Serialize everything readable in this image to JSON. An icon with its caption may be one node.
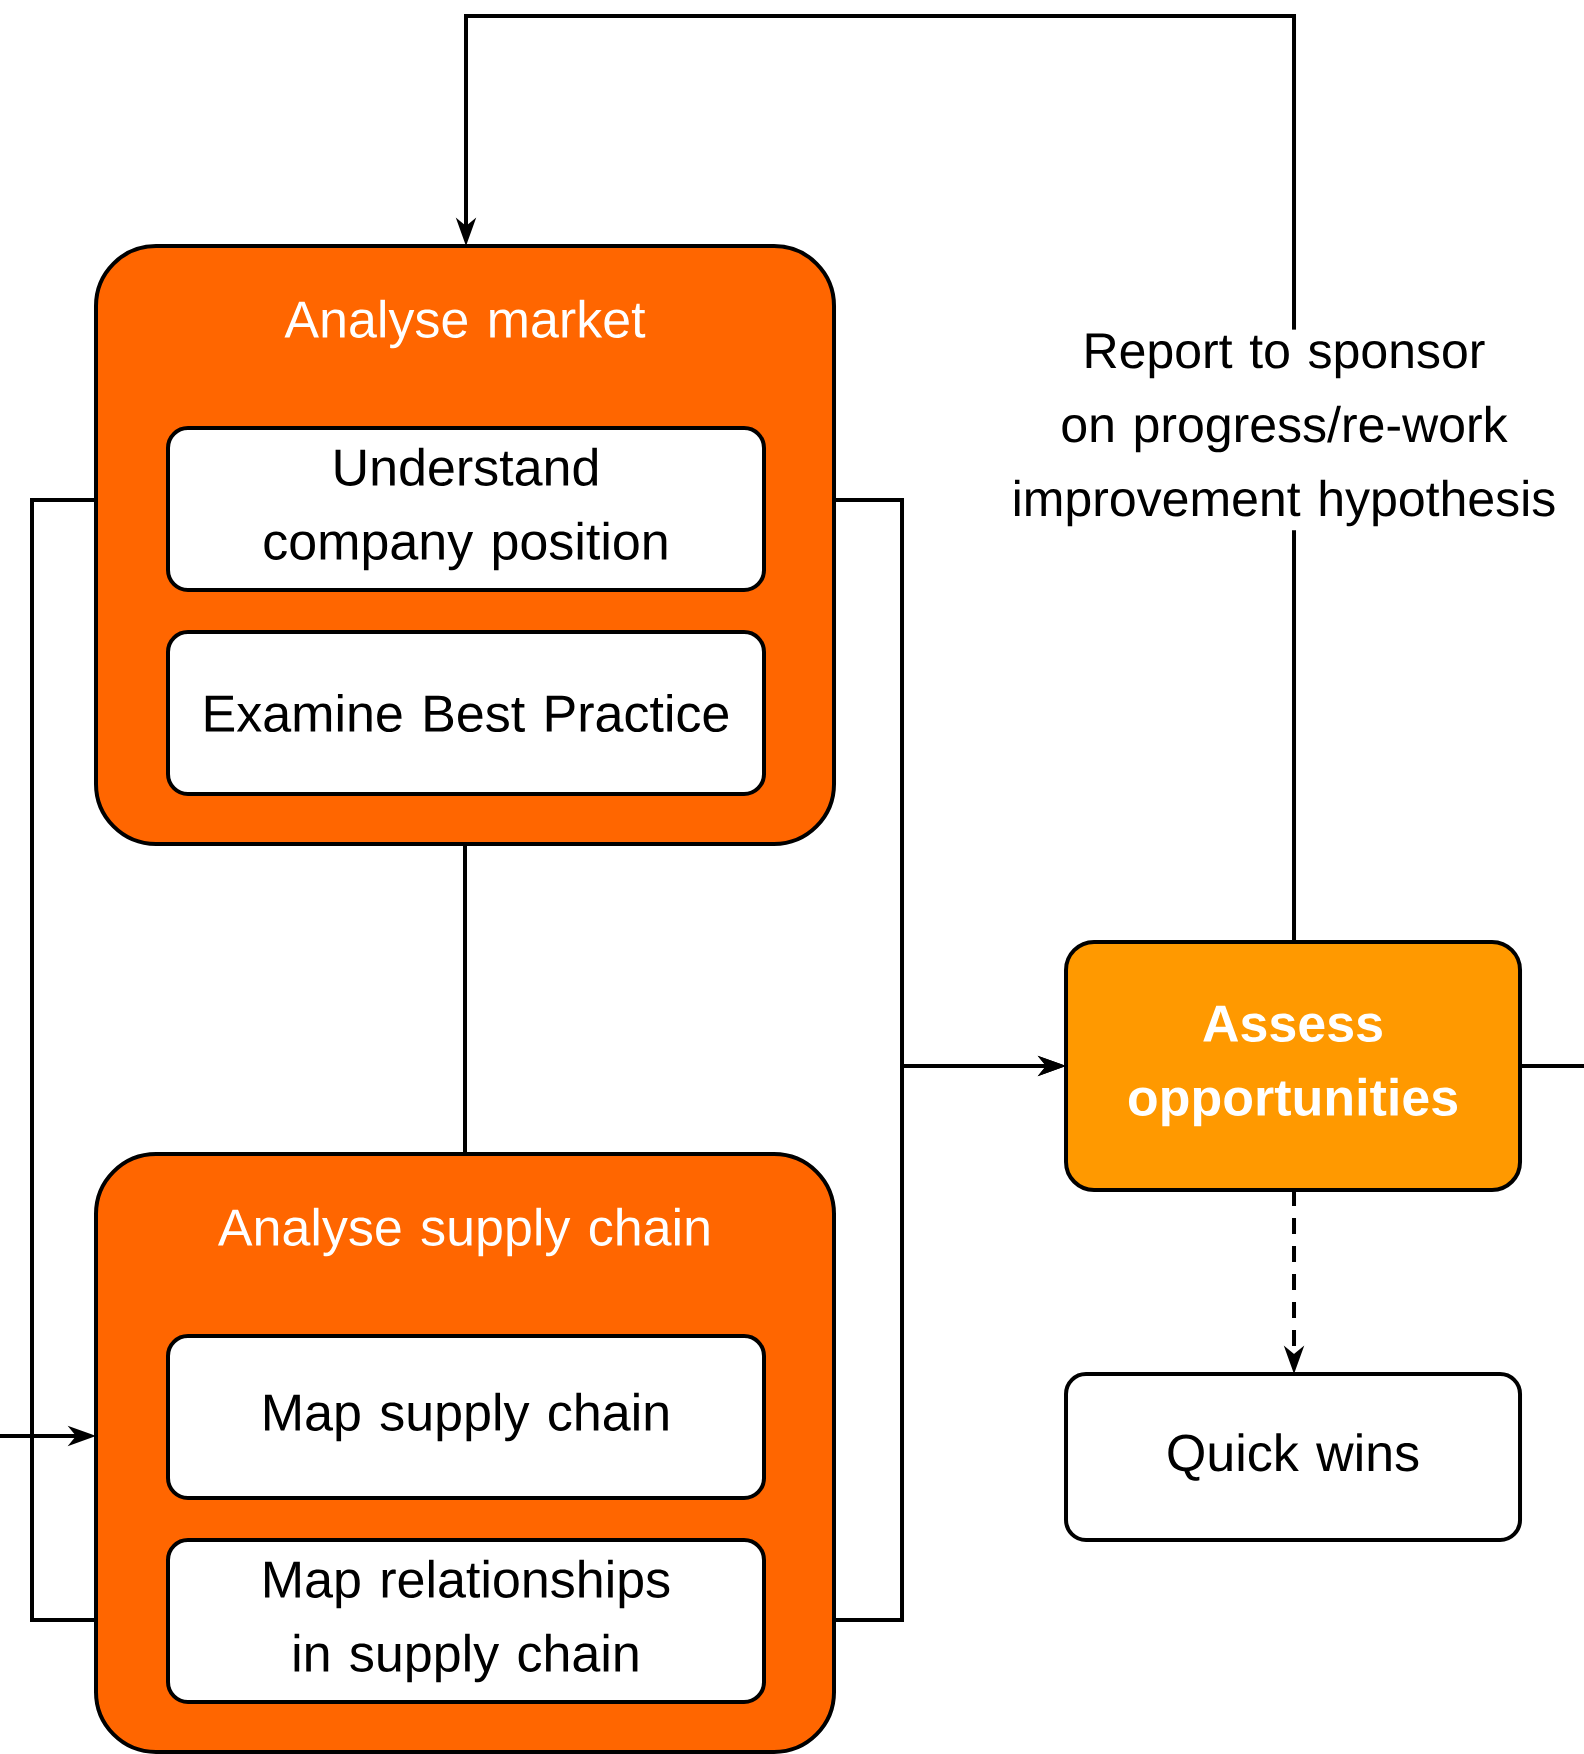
{
  "diagram": {
    "nodes": [
      {
        "text": [
          "Analyse market"
        ]
      },
      {
        "text": [
          "Understand company position"
        ],
        "in": 0
      },
      {
        "text": [
          "Examine Best Practice"
        ],
        "in": 0
      },
      {
        "text": [
          "Analyse supply chain"
        ]
      },
      {
        "text": [
          "Map supply chain"
        ],
        "in": 3
      },
      {
        "text": [
          "Map relationships in supply chain"
        ],
        "in": 3
      },
      {
        "text": [
          "Assess opportunities"
        ]
      },
      {
        "text": [
          "Quick wins"
        ]
      }
    ],
    "edges": [
      {
        "from": 0,
        "to": 3,
        "arrow": "none"
      },
      {
        "from": 0,
        "to": 6,
        "arrow": "to"
      },
      {
        "from": 3,
        "to": 6,
        "arrow": "to"
      },
      {
        "from": 0,
        "to": 3,
        "arrow": "none"
      },
      {
        "from": null,
        "to": 3,
        "arrow": "to"
      },
      {
        "from": 6,
        "to": 7,
        "arrow": "to",
        "style": "dashed"
      },
      {
        "from": 6,
        "to": null,
        "arrow": "none"
      },
      {
        "from": 6,
        "to": 0,
        "arrow": "to",
        "label": "Report to sponsor on progress/re-work improvement hypothesis"
      }
    ]
  }
}
